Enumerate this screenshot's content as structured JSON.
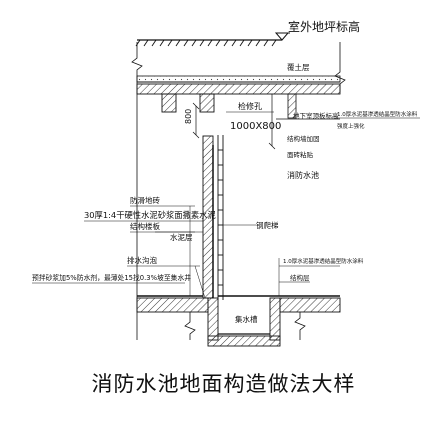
{
  "diagram": {
    "caption": "消防水池地面构造做法大样",
    "labels": {
      "outdoor_grade": "室外地坪标高",
      "cover_soil": "覆土层",
      "access_hole": "检修孔",
      "access_hole_size": "1000X800",
      "dim_800": "800",
      "waterproof_layer_top": "1.0厚水泥基渗透结晶型防水涂料",
      "waterproof_layer_top_2": "强度上强化",
      "basement_top_slab": "地下室顶板标高",
      "structure_wall_note_1": "结构墙加固",
      "structure_wall_note_2": "面砖粘贴",
      "fire_pool": "消防水池",
      "anti_slip_floor": "防滑地砖",
      "mortar_layer": "30厚1:4干硬性水泥砂浆面撒素水泥",
      "structure_floor": "结构楼板",
      "water_stop": "水泥层",
      "steel_ladder": "钢爬梯",
      "waterproof_layer_bottom": "1.0厚水泥基渗透结晶型防水涂料",
      "structure_layer": "结构层",
      "drain_ditch": "排水沟泡",
      "slope_note": "预拌砂浆加5%防水剂，最薄处15找0.3%坡至集水井",
      "sump": "集水槽"
    }
  }
}
